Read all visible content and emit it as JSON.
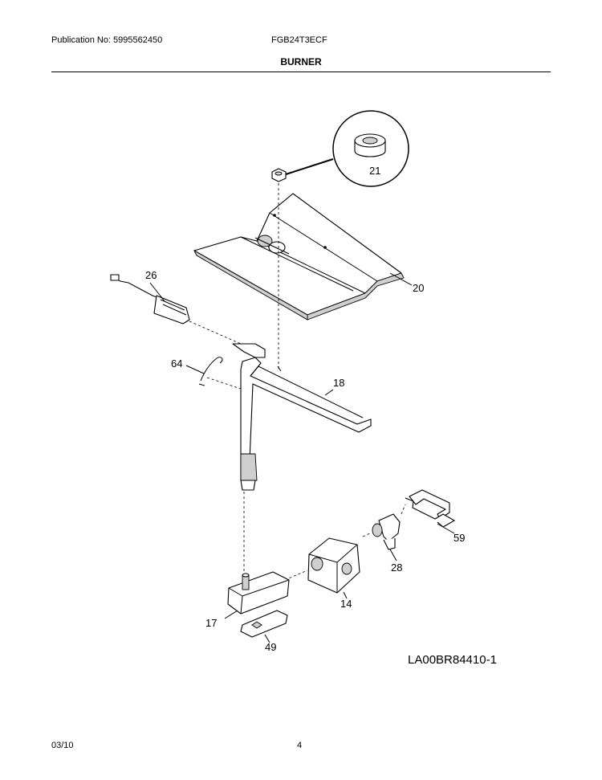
{
  "header": {
    "publication": "Publication No: 5995562450",
    "model": "FGB24T3ECF",
    "section": "BURNER"
  },
  "footer": {
    "date": "03/10",
    "page": "4"
  },
  "diagram": {
    "code": "LA00BR84410-1",
    "callouts": {
      "p21": "21",
      "p20": "20",
      "p26": "26",
      "p64": "64",
      "p18": "18",
      "p59": "59",
      "p28": "28",
      "p14": "14",
      "p17": "17",
      "p49": "49"
    }
  }
}
